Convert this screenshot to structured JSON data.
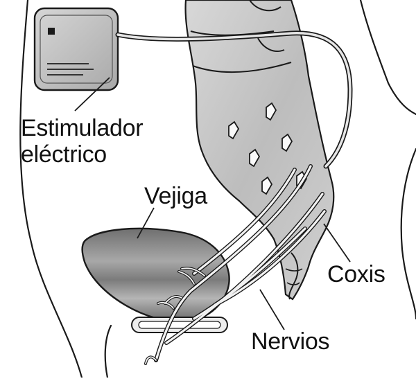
{
  "labels": {
    "stimulator_line1": "Estimulador",
    "stimulator_line2": "eléctrico",
    "bladder": "Vejiga",
    "coccyx": "Coxis",
    "nerves": "Nervios"
  },
  "colors": {
    "background": "#ffffff",
    "outline": "#1a1a1a",
    "bone": "#c9c9c9",
    "device": "#bdbdbd",
    "bladder": "#8a8a8a",
    "nerves": "#f2f2f2"
  }
}
